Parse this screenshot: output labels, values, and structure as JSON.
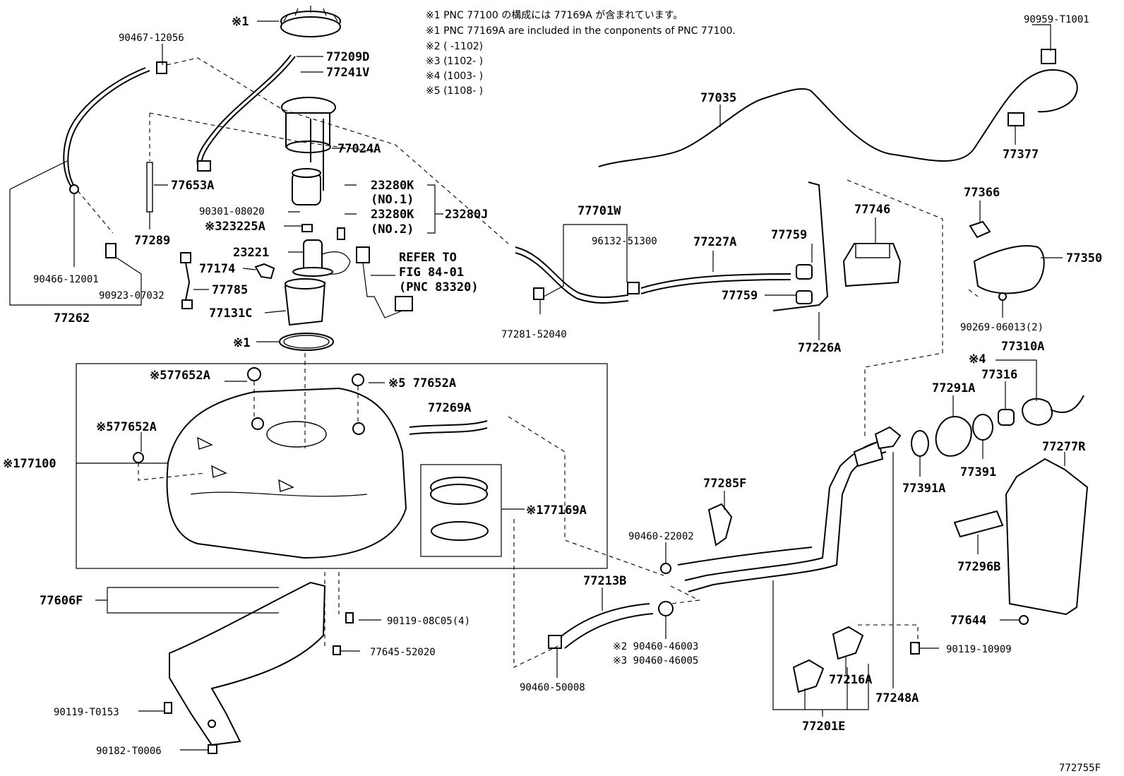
{
  "notes": {
    "line1": "※1 PNC 77100 の構成には 77169A が含まれています。",
    "line2": "※1 PNC 77169A are included in the conponents of PNC 77100.",
    "line3": "※2 (   -1102)",
    "line4": "※3 (1102-   )",
    "line5": "※4 (1003-   )",
    "line6": "※5 (1108-   )"
  },
  "labels": {
    "l_x1_top": "※1",
    "l_90467_12056": "90467-12056",
    "l_77209D": "77209D",
    "l_77241V": "77241V",
    "l_77024A": "77024A",
    "l_77653A": "77653A",
    "l_23280K_1": "23280K",
    "l_no1": "(NO.1)",
    "l_90301_08020": "90301-08020",
    "l_23280K_2": "23280K",
    "l_23280J": "23280J",
    "l_no2": "(NO.2)",
    "l_77289": "77289",
    "l_23225A": "※323225A",
    "l_23221": "23221",
    "l_refer1": "REFER TO",
    "l_refer2": "FIG 84-01",
    "l_refer3": "(PNC 83320)",
    "l_77174": "77174",
    "l_77785": "77785",
    "l_90466_12001": "90466-12001",
    "l_90923_07032": "90923-07032",
    "l_77131C": "77131C",
    "l_77262": "77262",
    "l_x1_ring": "※1",
    "l_77652A_a": "※577652A",
    "l_77652A_b": "※5 77652A",
    "l_77652A_c": "※577652A",
    "l_77269A": "77269A",
    "l_77100": "※177100",
    "l_77169A": "※177169A",
    "l_90959": "90959-T1001",
    "l_77035": "77035",
    "l_77377": "77377",
    "l_77701W": "77701W",
    "l_96132": "96132-51300",
    "l_77227A": "77227A",
    "l_77759_a": "77759",
    "l_77759_b": "77759",
    "l_77746": "77746",
    "l_77281": "77281-52040",
    "l_77226A": "77226A",
    "l_77366": "77366",
    "l_77350": "77350",
    "l_90269": "90269-06013(2)",
    "l_x4": "※4",
    "l_77310A": "77310A",
    "l_77316": "77316",
    "l_77291A": "77291A",
    "l_77391": "77391",
    "l_77391A": "77391A",
    "l_77277R": "77277R",
    "l_77285F": "77285F",
    "l_90460_22002": "90460-22002",
    "l_77213B": "77213B",
    "l_77296B": "77296B",
    "l_77644": "77644",
    "l_77606F": "77606F",
    "l_90119_08C05": "90119-08C05(4)",
    "l_77645": "77645-52020",
    "l_90460_46003": "※2 90460-46003",
    "l_90460_46005": "※3 90460-46005",
    "l_90119_10909": "90119-10909",
    "l_77216A": "77216A",
    "l_77248A": "77248A",
    "l_90460_50008": "90460-50008",
    "l_90119_T0153": "90119-T0153",
    "l_77201E": "77201E",
    "l_90182": "90182-T0006",
    "l_fig": "772755F"
  }
}
